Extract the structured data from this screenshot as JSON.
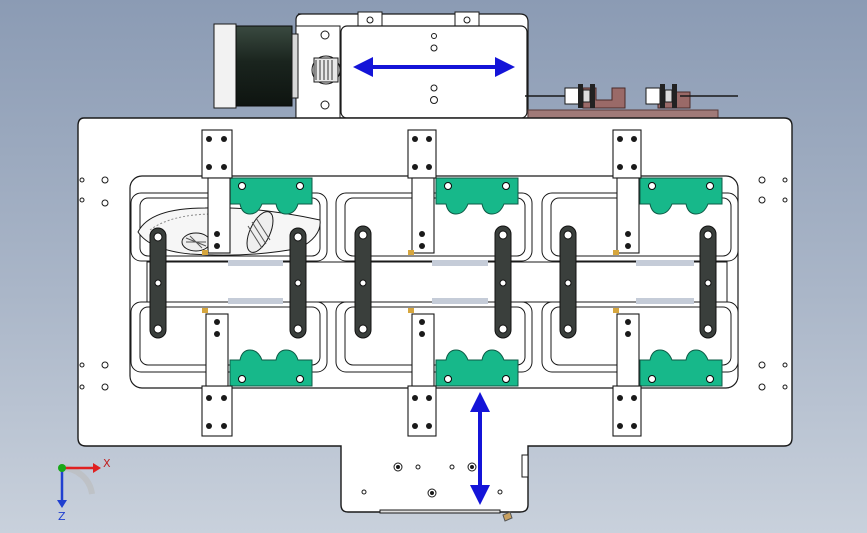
{
  "viewport": {
    "background_top": "#8b9bb4",
    "background_bottom": "#c9d1dc"
  },
  "colors": {
    "plate": "#ffffff",
    "edge": "#1a1a1a",
    "clamp_green": "#17b88a",
    "slot_dark": "#3a3f3c",
    "motor_dark": "#1e2b24",
    "arrow_blue": "#1414d8",
    "bracket_brown": "#9a6a68",
    "axis_x": "#e02020",
    "axis_y": "#18a818",
    "axis_z": "#2040d0"
  },
  "triad": {
    "x_label": "X",
    "z_label": "Z"
  },
  "annotations": {
    "horizontal_arrow": "double-headed-arrow",
    "vertical_arrow": "double-headed-arrow"
  },
  "components": {
    "stations": 3,
    "clamp_pairs_per_station": 2,
    "motor": "stepper-motor",
    "sensors": 2
  }
}
